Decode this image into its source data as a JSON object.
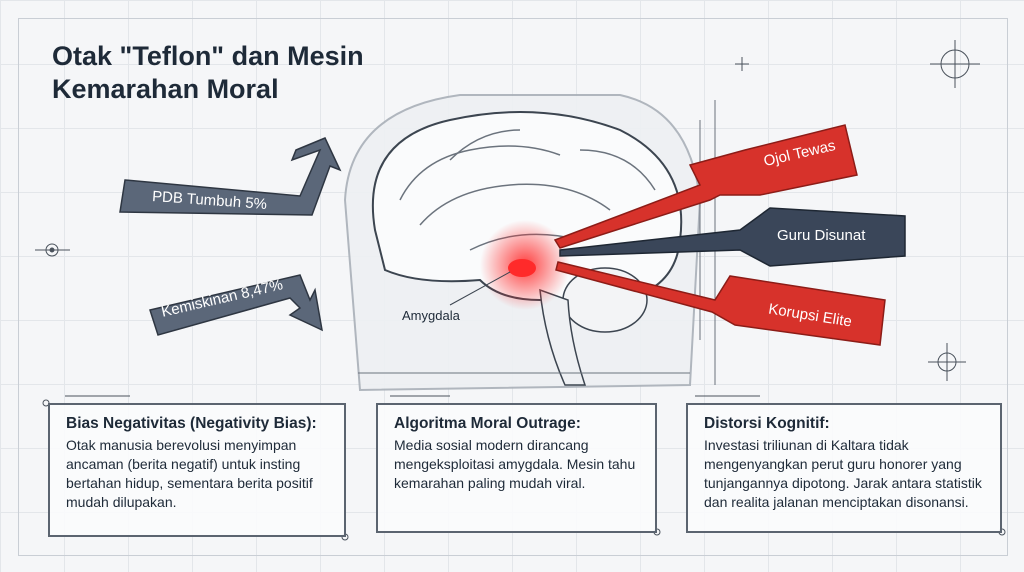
{
  "title": "Otak \"Teflon\" dan Mesin Kemarahan Moral",
  "left_arrows": [
    {
      "label": "PDB Tumbuh 5%"
    },
    {
      "label": "Kemiskinan 8,47%"
    }
  ],
  "right_arrows": [
    {
      "label": "Ojol Tewas",
      "color": "#d7322b"
    },
    {
      "label": "Guru Disunat",
      "color": "#3a4659"
    },
    {
      "label": "Korupsi Elite",
      "color": "#d7322b"
    }
  ],
  "brain_label": "Amygdala",
  "cards": [
    {
      "heading": "Bias Negativitas (Negativity Bias):",
      "body": "Otak manusia berevolusi menyimpan ancaman (berita negatif) untuk insting bertahan hidup, sementara berita positif mudah dilupakan."
    },
    {
      "heading": "Algoritma Moral Outrage:",
      "body": "Media sosial modern dirancang mengeksploitasi amygdala. Mesin tahu kemarahan paling mudah viral."
    },
    {
      "heading": "Distorsi Kognitif:",
      "body": "Investasi triliunan di Kaltara tidak mengenyangkan perut guru honorer yang tunjangannya dipotong. Jarak antara statistik dan realita jalanan menciptakan disonansi."
    }
  ]
}
